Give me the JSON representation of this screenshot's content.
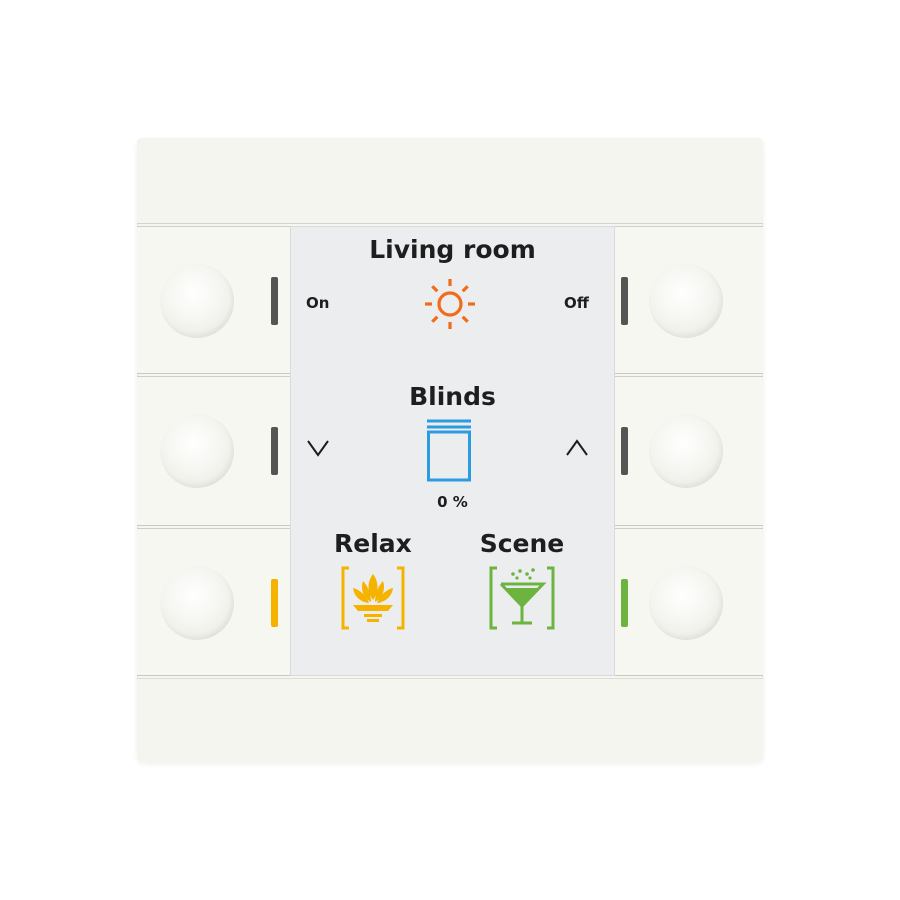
{
  "device": {
    "name": "knx-push-button-with-display",
    "led_colors": {
      "row1": "#555555",
      "row2": "#555555",
      "row3_left": "#f5b300",
      "row3_right": "#6cb33f"
    }
  },
  "screen": {
    "light": {
      "title": "Living room",
      "left_label": "On",
      "right_label": "Off",
      "icon": "sun-icon",
      "icon_color": "#f26a1b"
    },
    "blinds": {
      "title": "Blinds",
      "left_icon": "chevron-down-icon",
      "right_icon": "chevron-up-icon",
      "icon": "blind-icon",
      "icon_color": "#2d9be0",
      "position": "0 %"
    },
    "scene_left": {
      "title": "Relax",
      "icon": "lotus-icon",
      "icon_color": "#f5b300"
    },
    "scene_right": {
      "title": "Scene",
      "icon": "cocktail-icon",
      "icon_color": "#6cb33f"
    }
  }
}
